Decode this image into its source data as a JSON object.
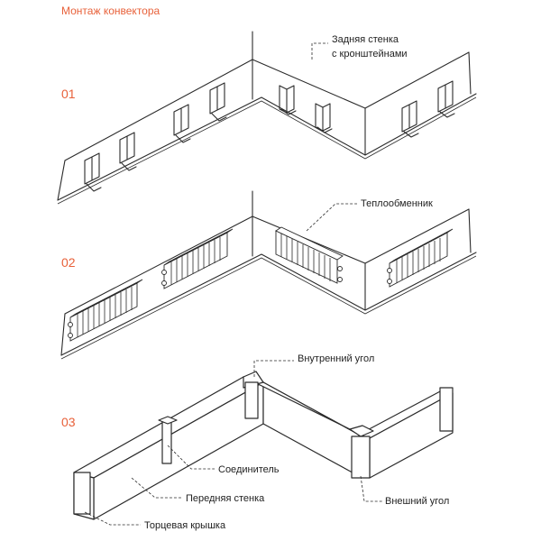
{
  "title": "Монтаж конвектора",
  "steps": {
    "s1": "01",
    "s2": "02",
    "s3": "03"
  },
  "labels": {
    "back_wall_line1": "Задняя стенка",
    "back_wall_line2": "с кронштейнами",
    "heat_exchanger": "Теплообменник",
    "inner_corner": "Внутренний угол",
    "connector": "Соединитель",
    "front_wall": "Передняя стенка",
    "outer_corner": "Внешний угол",
    "end_cap": "Торцевая крышка"
  },
  "colors": {
    "accent": "#e8613a",
    "line": "#2b2b2b"
  }
}
